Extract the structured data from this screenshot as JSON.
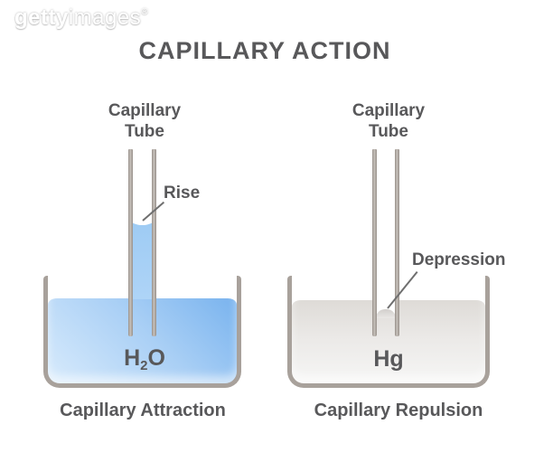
{
  "watermark": {
    "brand_bold": "getty",
    "brand_light": "images",
    "registered": "®"
  },
  "title": "CAPILLARY ACTION",
  "left_panel": {
    "tube_label_line1": "Capillary",
    "tube_label_line2": "Tube",
    "annotation": "Rise",
    "formula_base": "H",
    "formula_sub": "2",
    "formula_tail": "O",
    "caption": "Capillary Attraction"
  },
  "right_panel": {
    "tube_label_line1": "Capillary",
    "tube_label_line2": "Tube",
    "annotation": "Depression",
    "liquid_label": "Hg",
    "caption": "Capillary Repulsion"
  },
  "colors": {
    "text": "#58585a",
    "glass": "#a8a19b",
    "water-top": "#79b3ee",
    "water-bottom": "#d8ebfc",
    "tube-water": "#aed4f7",
    "mercury-top": "#dedbd7",
    "mercury-bottom": "#f6f6f5",
    "leader-line": "#6f6f6f"
  }
}
